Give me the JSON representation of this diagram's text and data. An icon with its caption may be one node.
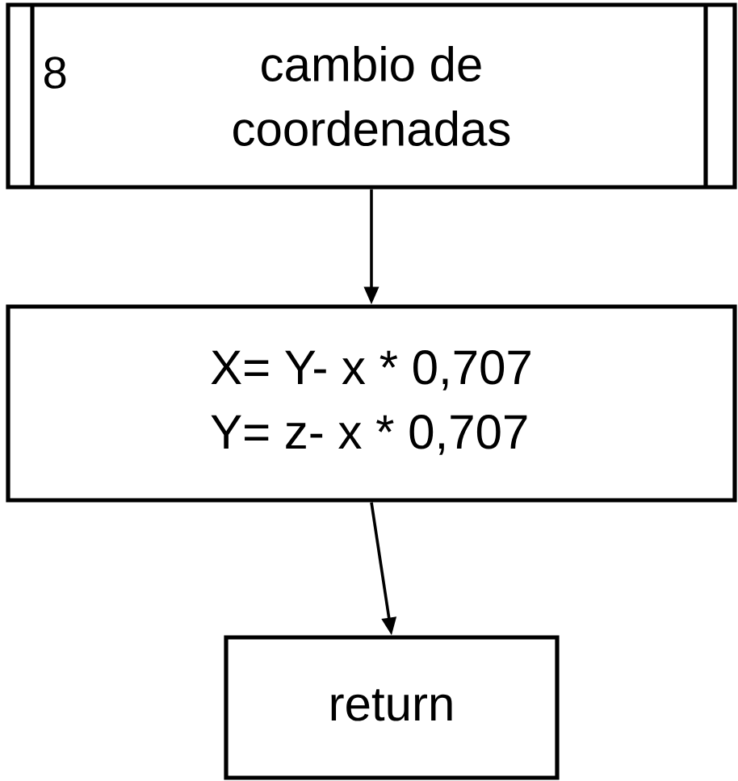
{
  "diagram": {
    "nodes": [
      {
        "text": [
          "8",
          "cambio de coordenadas"
        ]
      },
      {
        "text": [
          "X= Y- x * 0,707",
          "Y= z- x * 0,707"
        ]
      },
      {
        "text": [
          "return"
        ]
      }
    ],
    "edges": [
      {
        "from": 0,
        "to": 1,
        "arrow": "to"
      },
      {
        "from": 1,
        "to": 2,
        "arrow": "to"
      }
    ]
  }
}
